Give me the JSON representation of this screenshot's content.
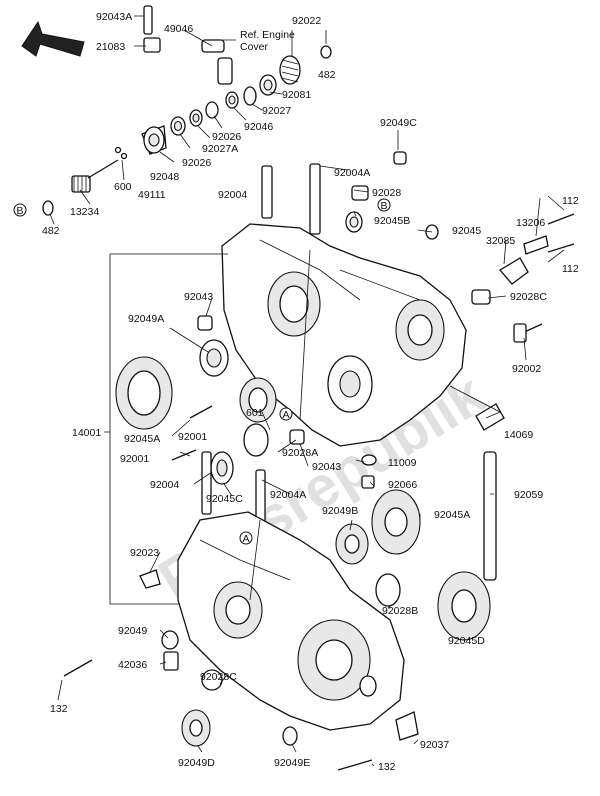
{
  "ref_note": {
    "line1": "Ref. Engine",
    "line2": "Cover"
  },
  "watermark": "Partsrepublik",
  "callouts": {
    "A": "A",
    "B": "B"
  },
  "labels": {
    "92043A": "92043A",
    "49046": "49046",
    "92022": "92022",
    "21083": "21083",
    "482_top": "482",
    "92081": "92081",
    "92027": "92027",
    "92046": "92046",
    "92026_a": "92026",
    "92027A": "92027A",
    "92026_b": "92026",
    "92048": "92048",
    "49111": "49111",
    "600": "600",
    "13234": "13234",
    "482_left": "482",
    "92049C": "92049C",
    "92004A_top": "92004A",
    "92004_top": "92004",
    "92028": "92028",
    "92045B": "92045B",
    "92045": "92045",
    "13206": "13206",
    "112_a": "112",
    "112_b": "112",
    "32085": "32085",
    "92028C_right": "92028C",
    "92043_mid": "92043",
    "92049A": "92049A",
    "92002": "92002",
    "14001": "14001",
    "92045A_left": "92045A",
    "601": "601",
    "92001_a": "92001",
    "14069": "14069",
    "92001_b": "92001",
    "92028A": "92028A",
    "92043_low": "92043",
    "11009": "11009",
    "92004_low": "92004",
    "92045C": "92045C",
    "92066": "92066",
    "92004A_low": "92004A",
    "92059": "92059",
    "92049B": "92049B",
    "92045A_right": "92045A",
    "92023": "92023",
    "92028B": "92028B",
    "92049": "92049",
    "42036": "42036",
    "92028C_low": "92028C",
    "92045D": "92045D",
    "132_left": "132",
    "92049D": "92049D",
    "92049E": "92049E",
    "92037": "92037",
    "132_bottom": "132"
  }
}
